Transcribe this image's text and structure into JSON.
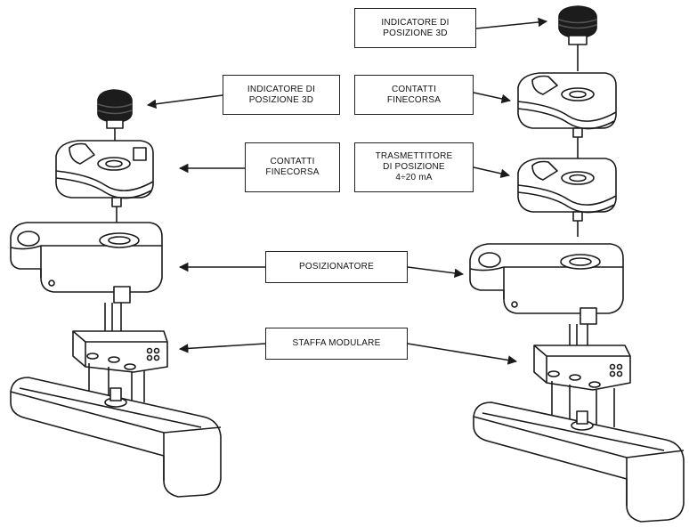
{
  "labels": {
    "top_right_indicator": [
      "INDICATORE DI",
      "POSIZIONE 3D"
    ],
    "left_indicator": [
      "INDICATORE DI",
      "POSIZIONE 3D"
    ],
    "right_contacts": [
      "CONTATTI",
      "FINECORSA"
    ],
    "left_contacts": [
      "CONTATTI",
      "FINECORSA"
    ],
    "transmitter": [
      "TRASMETTITORE",
      "DI POSIZIONE",
      "4÷20 mA"
    ],
    "positioner": [
      "POSIZIONATORE"
    ],
    "bracket": [
      "STAFFA MODULARE"
    ]
  },
  "colors": {
    "line": "#1a1a1a",
    "fill": "#ffffff",
    "knob": "#1c1c1c"
  }
}
